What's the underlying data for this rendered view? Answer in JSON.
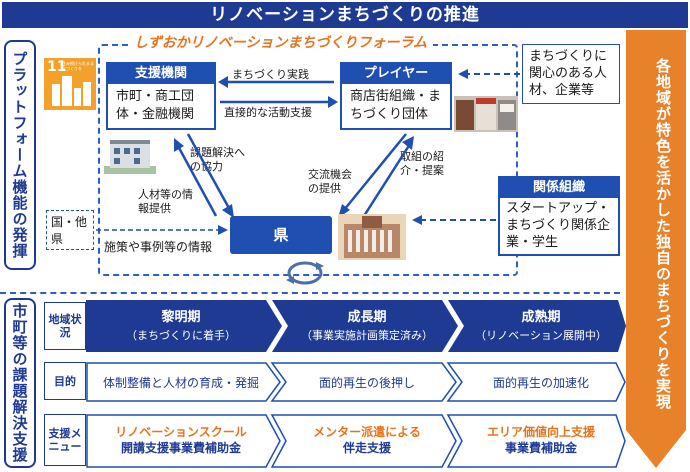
{
  "title": "リノベーションまちづくりの推進",
  "left_tabs": {
    "top": "プラットフォーム機能の発揮",
    "bottom": "市町等の課題解決支援"
  },
  "forum": {
    "title": "しずおかリノベーションまちづくりフォーラム",
    "sdg_badge": "11",
    "sdg_text": "住み続けられるまちづくりを"
  },
  "support": {
    "header": "支援機関",
    "body": "市町・商工団体・金融機関"
  },
  "player": {
    "header": "プレイヤー",
    "body": "商店街組織・まちづくり団体"
  },
  "prefecture": "県",
  "interested": "まちづくりに関心のある人材、企業等",
  "related": {
    "header": "関係組織",
    "body": "スタートアップ・まちづくり関係企業・学生"
  },
  "country": "国・他県",
  "labels": {
    "machidukuri_jissen": "まちづくり実践",
    "direct_support": "直接的な活動支援",
    "problem_solving": "課題解決への協力",
    "human_resource": "人材等の情報提供",
    "exchange": "交流機会の提供",
    "initiatives": "取組の紹介・提案",
    "policy_info": "施策や事例等の情報"
  },
  "right_arrow_text": "各地域が特色を活かした独自のまちづくりを実現",
  "rows": {
    "status_head": "地域状況",
    "purpose_head": "目的",
    "menu_head": "支援メニュー",
    "phases": [
      {
        "title": "黎明期",
        "sub": "（まちづくりに着手）"
      },
      {
        "title": "成長期",
        "sub": "（事業実施計画策定済み）"
      },
      {
        "title": "成熟期",
        "sub": "（リノベーション展開中）"
      }
    ],
    "purposes": [
      "体制整備と人材の育成・発掘",
      "面的再生の後押し",
      "面的再生の加速化"
    ],
    "menus": [
      {
        "line1": "リノベーションスクール",
        "line2": "開講支援事業費補助金"
      },
      {
        "line1": "メンター派遣による",
        "line2": "伴走支援"
      },
      {
        "line1": "エリア価値向上支援",
        "line2": "事業費補助金"
      }
    ]
  },
  "colors": {
    "navy": "#1f3a93",
    "blue": "#1f4fb0",
    "orange": "#e8731a",
    "light_blue": "#9fc3ea"
  }
}
